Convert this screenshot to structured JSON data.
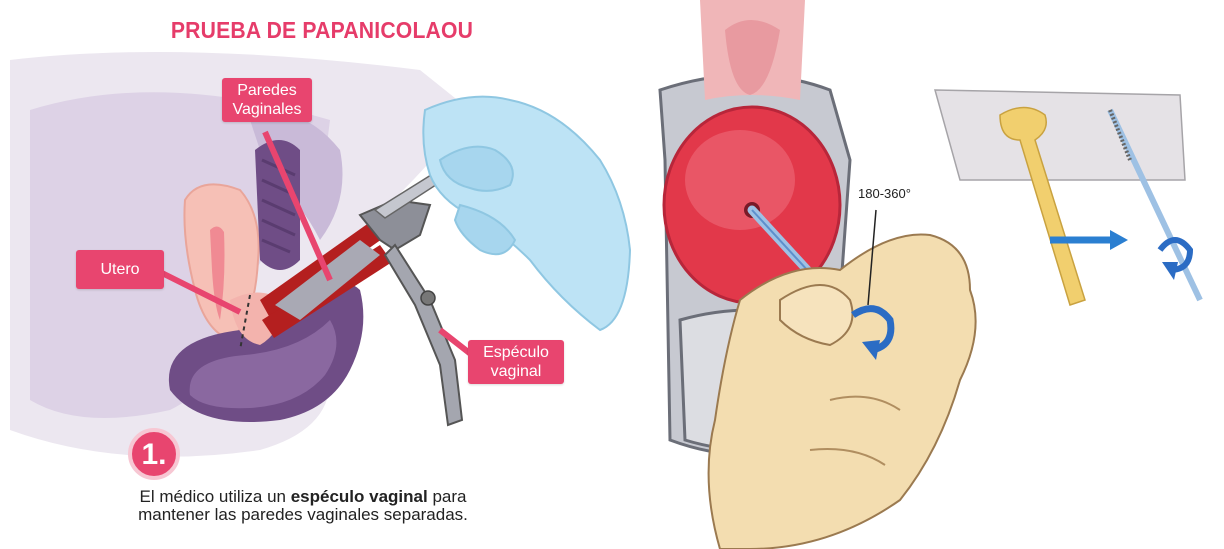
{
  "left": {
    "title": "PRUEBA DE PAPANICOLAOU",
    "labels": {
      "paredes_line1": "Paredes",
      "paredes_line2": "Vaginales",
      "utero": "Utero",
      "especulo_line1": "Espéculo",
      "especulo_line2": "vaginal"
    },
    "step_number": "1.",
    "caption": {
      "part1": "El médico utiliza un ",
      "bold": "espéculo vaginal",
      "part2": " para",
      "line2": "mantener las paredes vaginales separadas."
    }
  },
  "right": {
    "rotation_label": "180-360°"
  },
  "colors": {
    "accent_pink": "#e8456f",
    "title_pink": "#e63c6a",
    "purple_organ": "#6f4d86",
    "glove_blue": "#bde3f5",
    "cervix_red": "#e2384a"
  }
}
